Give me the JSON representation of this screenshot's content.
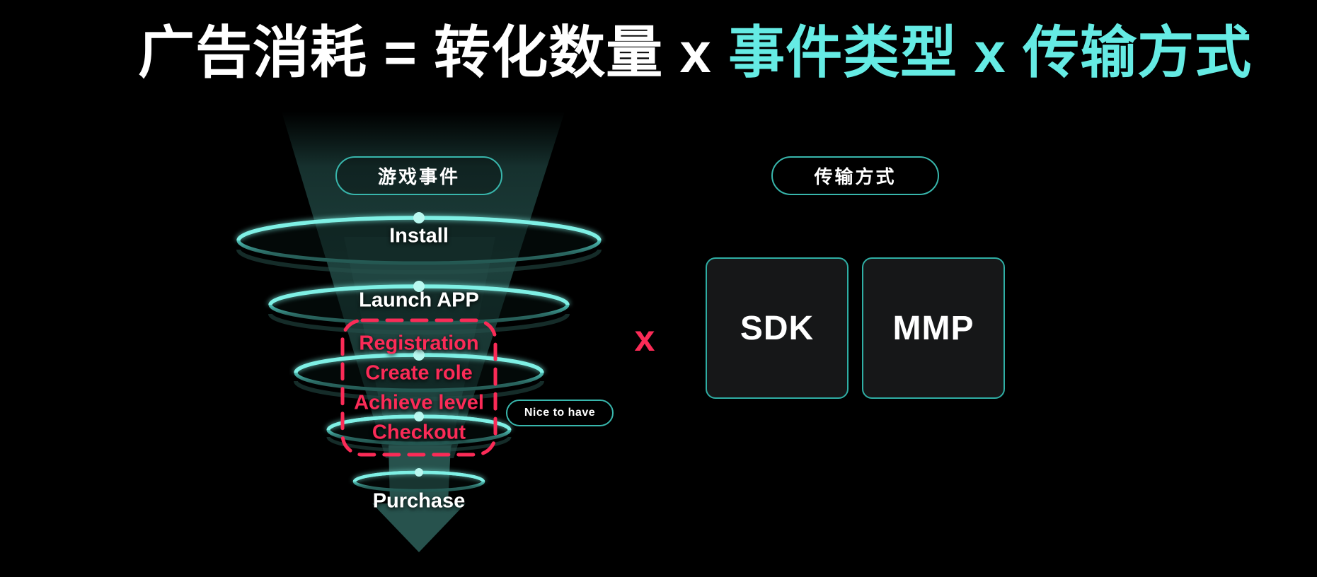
{
  "title": {
    "white_part": "广告消耗 = 转化数量 x ",
    "cyan_part": "事件类型 x 传输方式"
  },
  "funnel": {
    "header_label": "游戏事件",
    "stages": [
      {
        "label": "Install",
        "required": true
      },
      {
        "label": "Launch APP",
        "required": true
      },
      {
        "label": "Registration",
        "required": false
      },
      {
        "label": "Create role",
        "required": false
      },
      {
        "label": "Achieve level",
        "required": false
      },
      {
        "label": "Checkout",
        "required": false
      },
      {
        "label": "Purchase",
        "required": true
      }
    ],
    "optional_badge_label": "Nice to have"
  },
  "multiplier": {
    "symbol": "x"
  },
  "transmission": {
    "header_label": "传输方式",
    "options": [
      {
        "label": "SDK"
      },
      {
        "label": "MMP"
      }
    ]
  },
  "colors": {
    "background": "#000000",
    "title_white": "#ffffff",
    "title_cyan": "#65ebe4",
    "accent_pink": "#fb2b57",
    "teal_outline": "#38b6ac",
    "funnel_rim_bright": "#7ff0e5",
    "funnel_body": "#1d403c",
    "option_box_background": "#161718"
  }
}
